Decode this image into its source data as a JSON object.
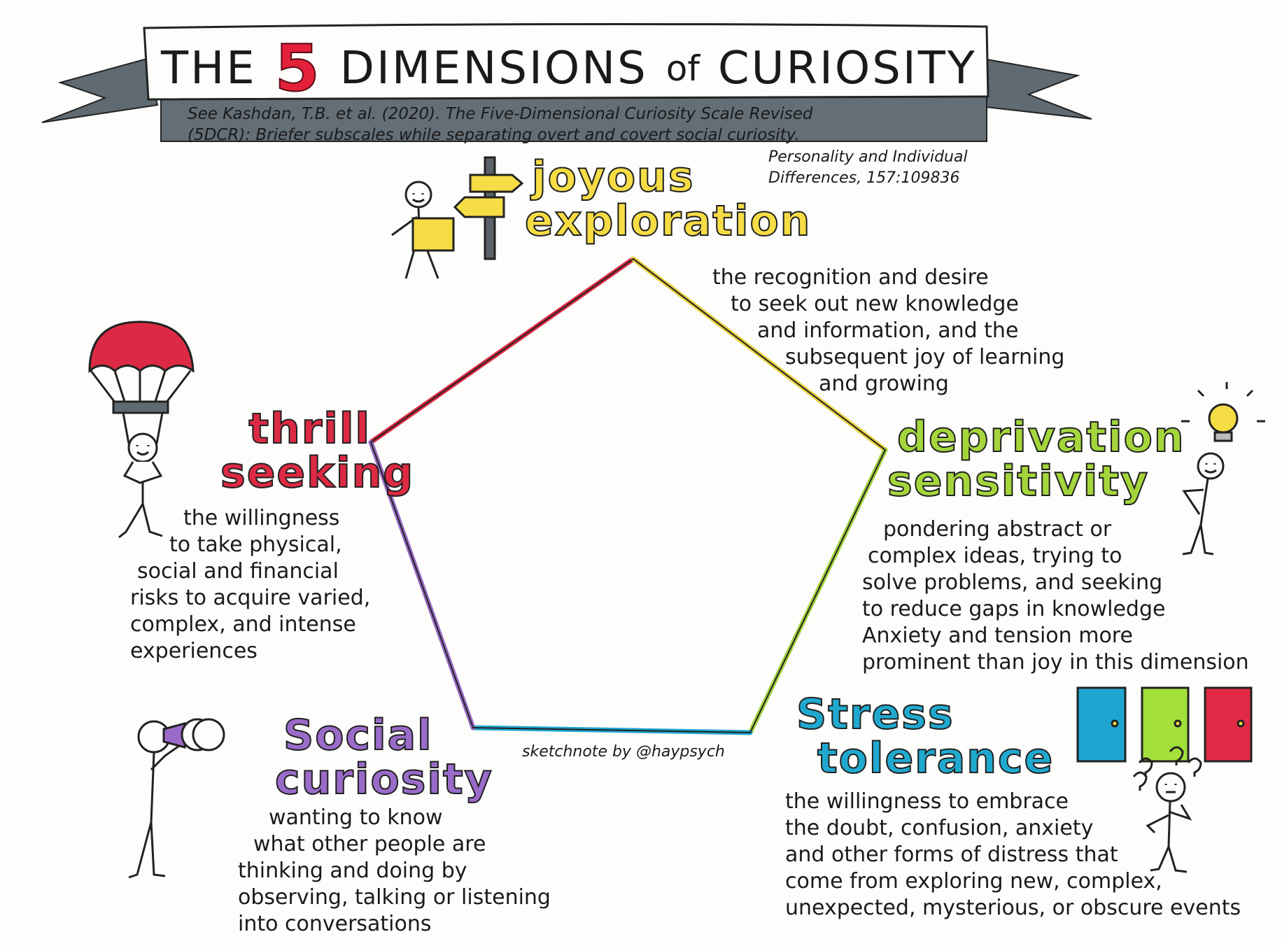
{
  "title": {
    "prefix": "THE",
    "number": "5",
    "middle": "DIMENSIONS",
    "connector": "of",
    "suffix": "CURIOSITY"
  },
  "citation": {
    "line1": "See Kashdan, T.B. et al. (2020). The Five-Dimensional Curiosity Scale Revised",
    "line2": "(5DCR): Briefer subscales while separating overt and covert social curiosity.",
    "journal_line1": "Personality and Individual",
    "journal_line2": "Differences, 157:109836"
  },
  "dimensions": {
    "joyous": {
      "heading_line1": "joyous",
      "heading_line2": "exploration",
      "color": "#f6dc45",
      "desc": [
        "the recognition and desire",
        "to seek out new knowledge",
        "and information, and the",
        "subsequent joy of learning",
        "and growing"
      ]
    },
    "deprivation": {
      "heading_line1": "deprivation",
      "heading_line2": "sensitivity",
      "color": "#a4d63b",
      "desc": [
        "pondering abstract or",
        "complex ideas, trying to",
        "solve problems, and seeking",
        "to reduce gaps in knowledge",
        "Anxiety and tension more",
        "prominent than joy in this dimension"
      ]
    },
    "stress": {
      "heading_line1": "Stress",
      "heading_line2": "tolerance",
      "color": "#20a9cf",
      "desc": [
        "the willingness to embrace",
        "the doubt, confusion, anxiety",
        "and other forms of distress that",
        "come from exploring new, complex,",
        "unexpected, mysterious, or obscure events"
      ]
    },
    "social": {
      "heading_line1": "Social",
      "heading_line2": "curiosity",
      "color": "#9a6bc8",
      "desc": [
        "wanting to know",
        "what other people are",
        "thinking and doing by",
        "observing, talking or listening",
        "into conversations"
      ]
    },
    "thrill": {
      "heading_line1": "thrill",
      "heading_line2": "seeking",
      "color": "#dd2a44",
      "desc": [
        "the willingness",
        "to take physical,",
        "social and financial",
        "risks to acquire varied,",
        "complex, and intense",
        "experiences"
      ]
    }
  },
  "credit": "sketchnote by @haypsych",
  "icons": {
    "signpost": "signpost-icon",
    "parachute": "parachute-icon",
    "lightbulb": "lightbulb-icon",
    "binoculars": "binoculars-icon",
    "doors": "doors-icon",
    "question_marks": "question-marks-icon"
  },
  "colors": {
    "banner_ribbon": "#606a72",
    "ink": "#1a1a1a",
    "door_blue": "#1ea6d1",
    "door_green": "#a3e03a",
    "door_red": "#e22a46"
  }
}
